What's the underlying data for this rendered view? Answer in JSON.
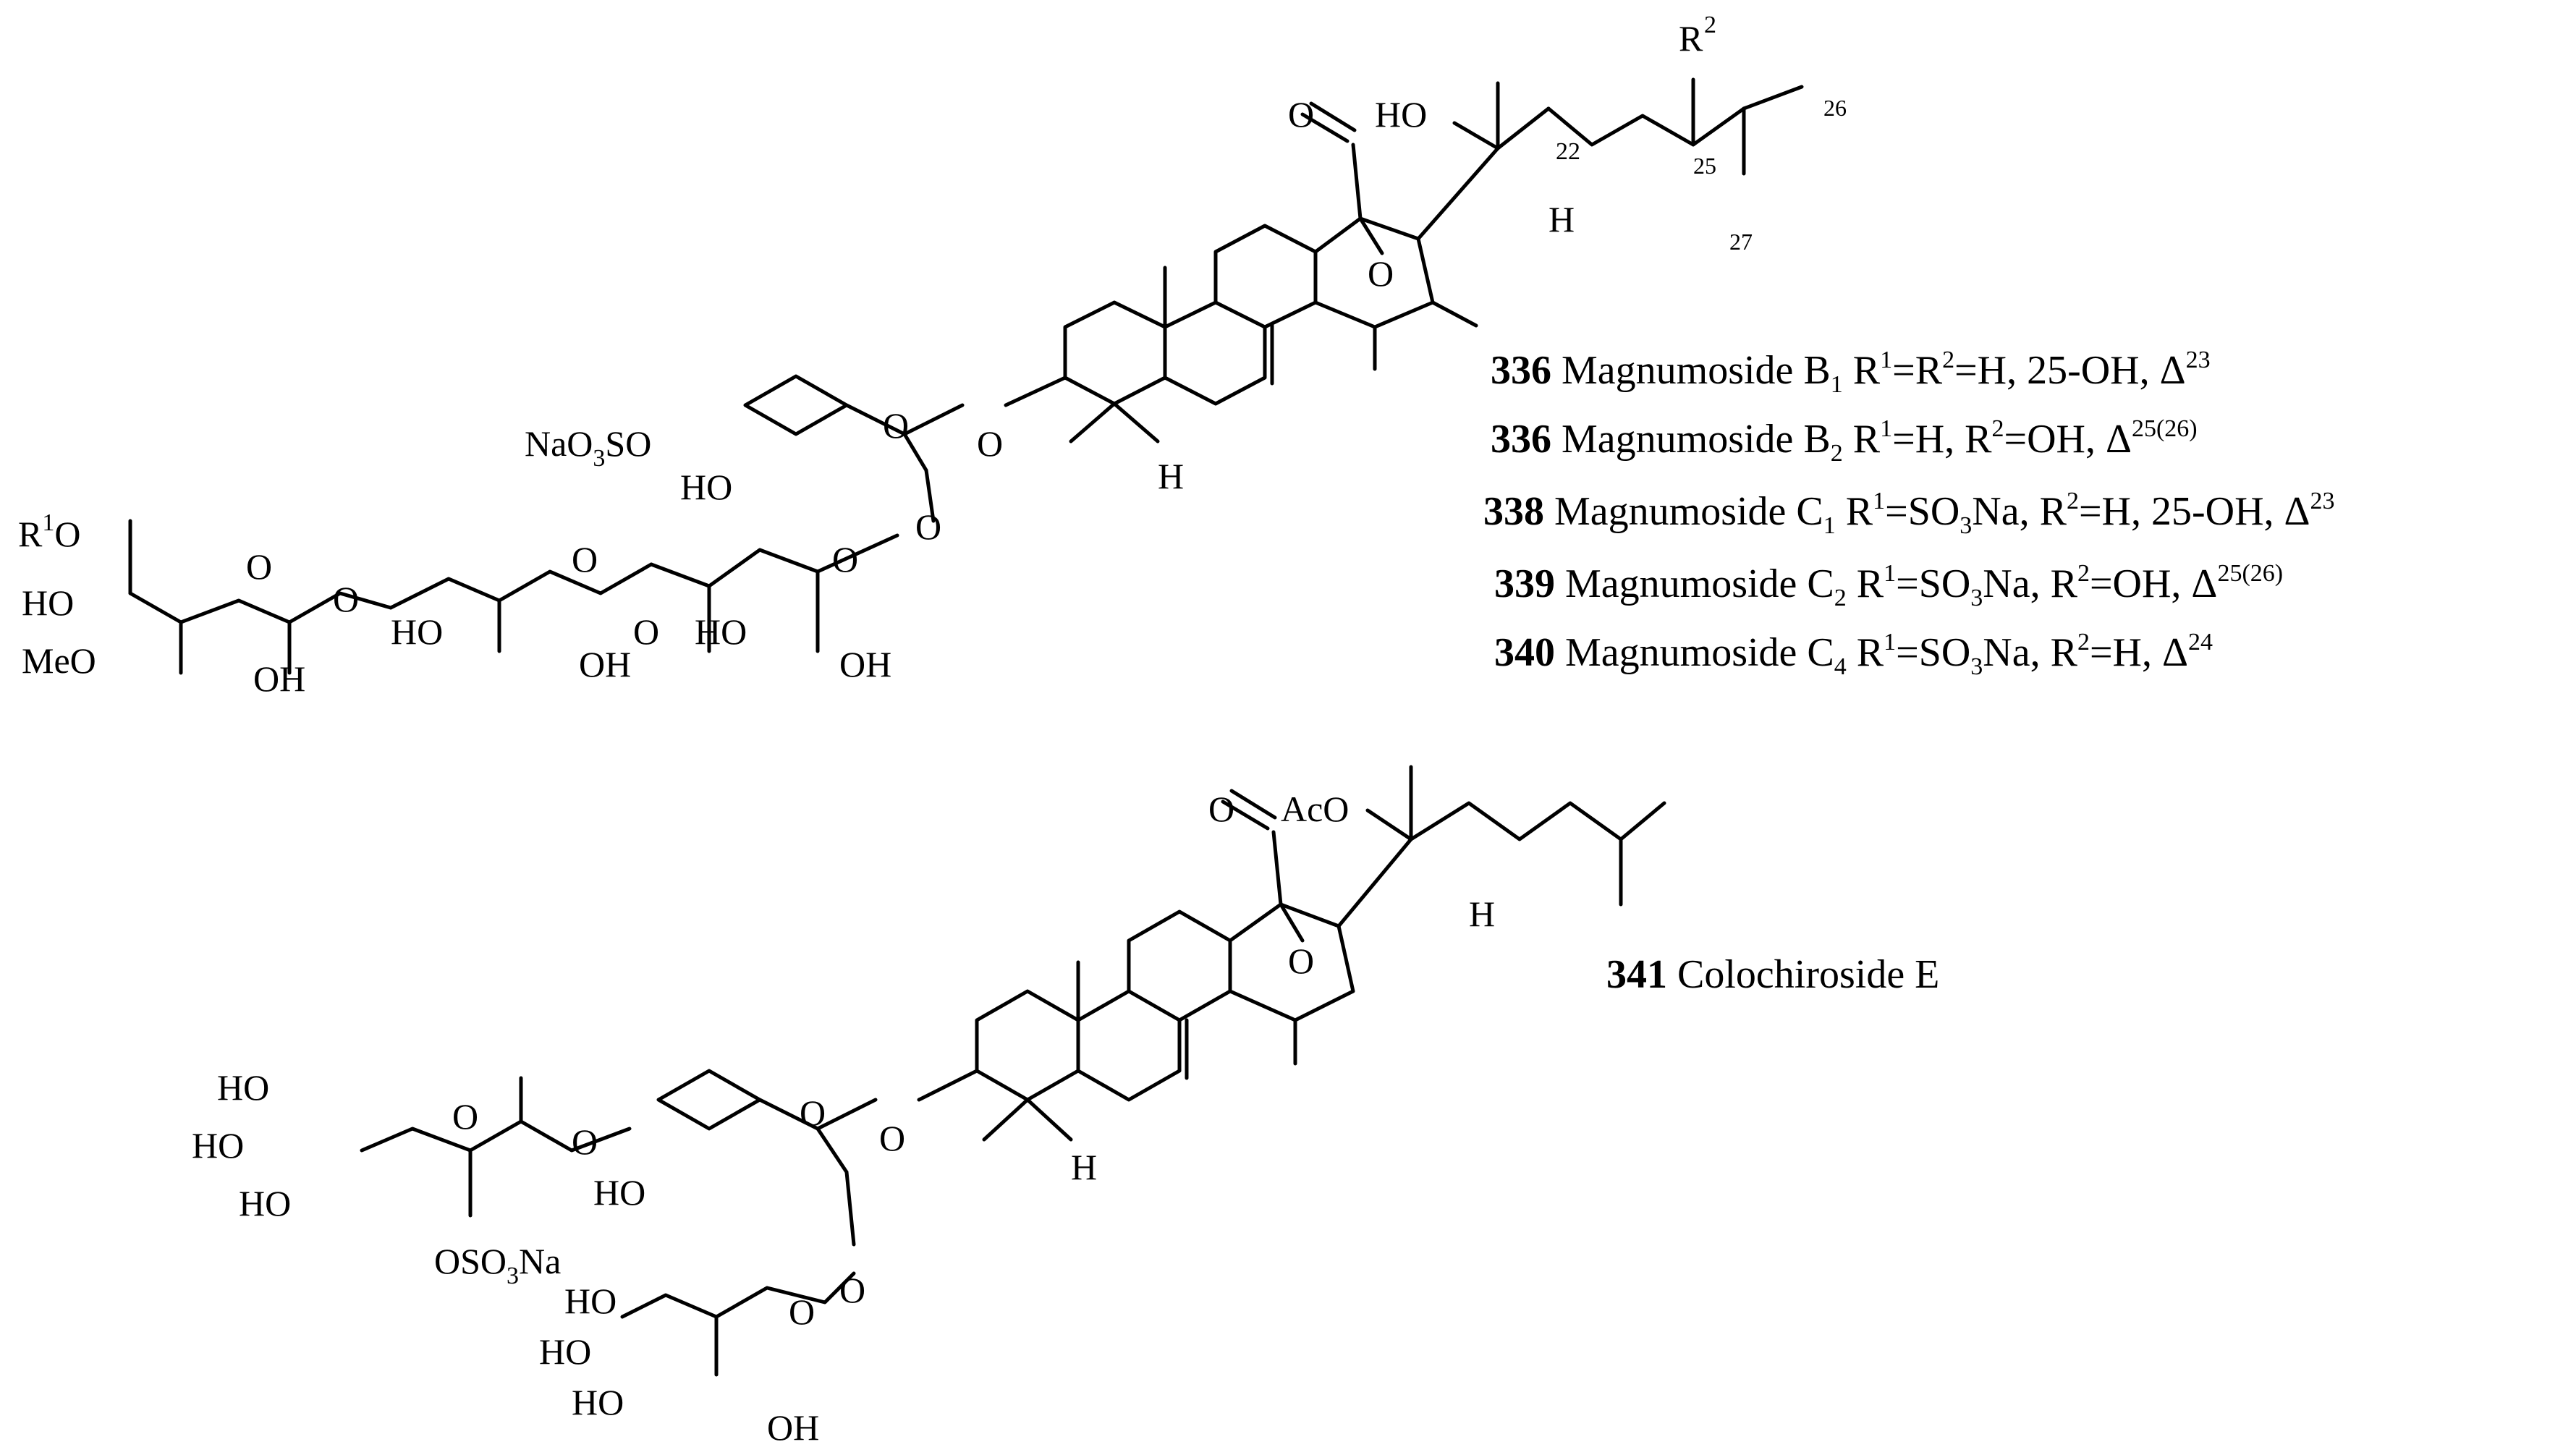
{
  "compounds_top": [
    {
      "number": "336",
      "name": "Magnumoside B",
      "name_sub": "1",
      "r1": "H",
      "r2_text": "=H, 25-OH, ",
      "r2_sup": "2",
      "r1_sup": "1",
      "delta": "Δ",
      "delta_sup": "23",
      "r1_eq": "=R"
    },
    {
      "number": "336",
      "name": "Magnumoside B",
      "name_sub": "2",
      "r1_sup": "1",
      "r1_eq": "=H, R",
      "r2_sup": "2",
      "r2_text": "=OH, ",
      "delta": "Δ",
      "delta_sup": "25(26)"
    },
    {
      "number": "338",
      "name": "Magnumoside C",
      "name_sub": "1",
      "r1_sup": "1",
      "r1_eq": "=SO",
      "so_sub": "3",
      "na_text": "Na, R",
      "r2_sup": "2",
      "r2_text": "=H, 25-OH, ",
      "delta": "Δ",
      "delta_sup": "23"
    },
    {
      "number": "339",
      "name": "Magnumoside C",
      "name_sub": "2",
      "r1_sup": "1",
      "r1_eq": "=SO",
      "so_sub": "3",
      "na_text": "Na, R",
      "r2_sup": "2",
      "r2_text": "=OH, ",
      "delta": "Δ",
      "delta_sup": "25(26)"
    },
    {
      "number": "340",
      "name": "Magnumoside C",
      "name_sub": "4",
      "r1_sup": "1",
      "r1_eq": "=SO",
      "so_sub": "3",
      "na_text": "Na, R",
      "r2_sup": "2",
      "r2_text": "=H, ",
      "delta": "Δ",
      "delta_sup": "24"
    }
  ],
  "compound_bottom": {
    "number": "341",
    "name": "Colochiroside E"
  },
  "labels": {
    "r_letter": "R",
    "r2_sup": "2",
    "r1_sup": "1",
    "c26": "26",
    "c25": "25",
    "c27": "27",
    "c22": "22",
    "oxo": "O",
    "ho": "HO",
    "h": "H",
    "o": "O",
    "naso_a": "NaO",
    "naso_sub": "3",
    "naso_b": "SO",
    "oh": "OH",
    "meo": "MeO",
    "aco": "AcO",
    "oso_a": "OSO",
    "oso_sub": "3",
    "oso_b": "Na"
  }
}
